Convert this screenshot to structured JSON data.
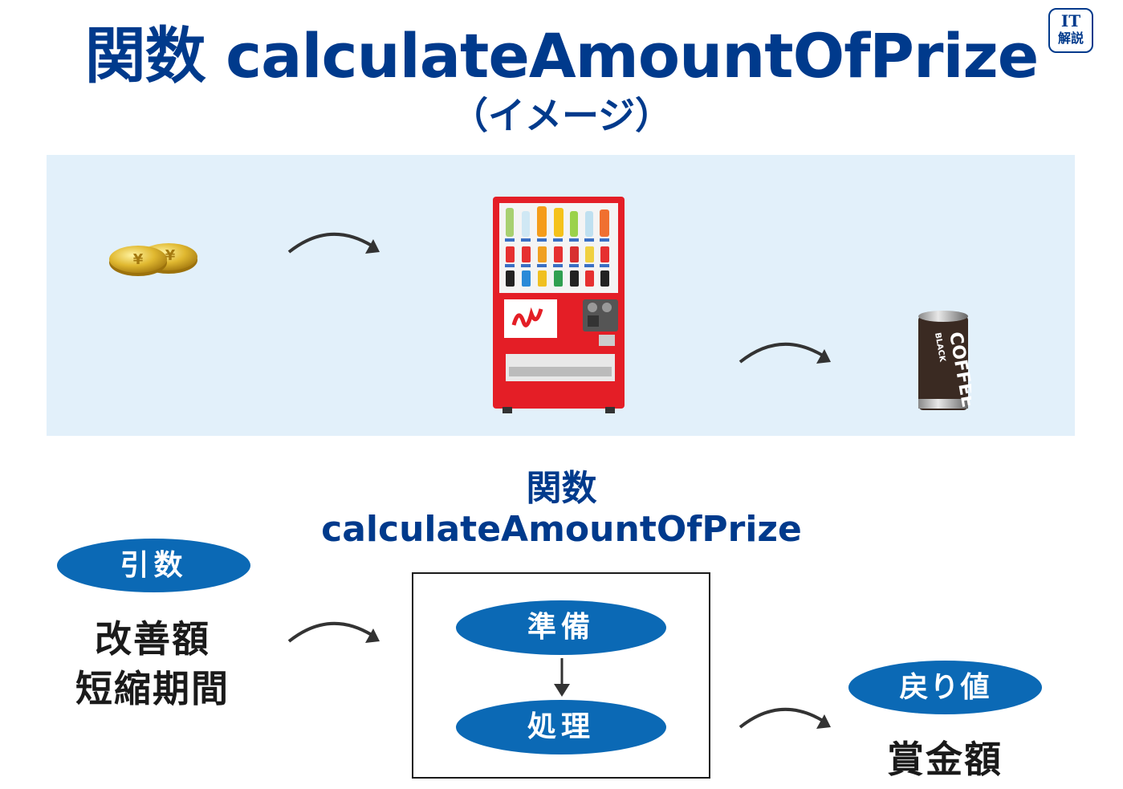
{
  "header": {
    "title": "関数 calculateAmountOfPrize",
    "subtitle": "（イメージ）",
    "badge_line1": "IT",
    "badge_line2": "解説"
  },
  "illustration": {
    "panel_color": "#e2f0fa",
    "coin_mark": "¥",
    "can_brand": "COFFEE",
    "can_sub": "BLACK"
  },
  "function_block": {
    "label_line1": "関数",
    "label_line2": "calculateAmountOfPrize"
  },
  "input": {
    "pill_label": "引数",
    "line1": "改善額",
    "line2": "短縮期間"
  },
  "process": {
    "step1": "準備",
    "step2": "処理"
  },
  "output": {
    "pill_label": "戻り値",
    "value": "賞金額"
  },
  "colors": {
    "title_blue": "#003a8c",
    "pill_blue": "#0b69b5",
    "machine_red": "#e41e26"
  }
}
